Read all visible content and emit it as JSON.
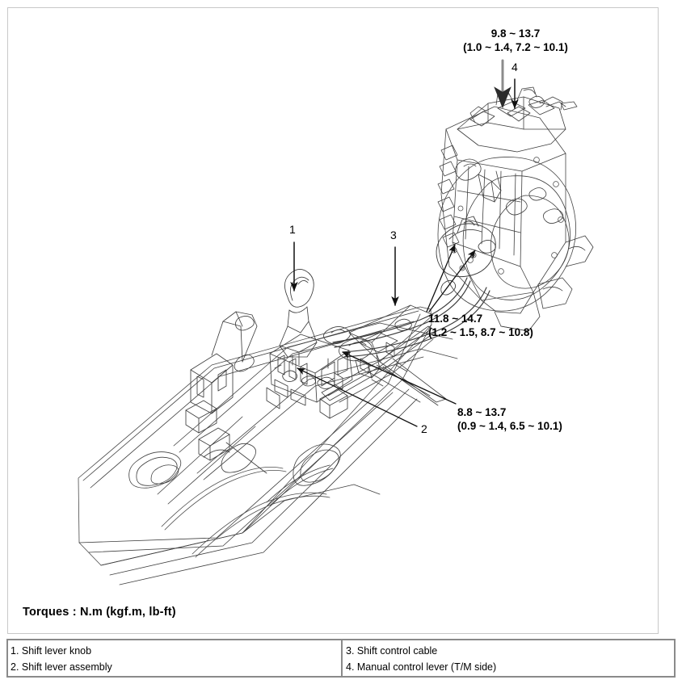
{
  "figure": {
    "kind": "automotive-exploded-diagram",
    "subject": "Manual transaxle shift control system",
    "torque_caption": "Torques : N.m (kgf.m, lb-ft)",
    "line_color": "#3c3c3c",
    "frame_color": "#c8c8c8",
    "table_border_color": "#8a8a8a"
  },
  "torque_specs": [
    {
      "id": "torque-top",
      "line1": "9.8 ~ 13.7",
      "line2": "(1.0 ~ 1.4, 7.2 ~ 10.1)",
      "points_to": "manual-control-lever"
    },
    {
      "id": "torque-middle",
      "line1": "11.8 ~ 14.7",
      "line2": "(1.2 ~ 1.5, 8.7 ~ 10.8)",
      "points_to": "shift-control-cable-bracket"
    },
    {
      "id": "torque-lower",
      "line1": "8.8 ~ 13.7",
      "line2": "(0.9 ~ 1.4, 6.5 ~ 10.1)",
      "points_to": "shift-lever-assembly-mount"
    }
  ],
  "callouts": [
    {
      "number": "1",
      "target": "shift-lever-knob"
    },
    {
      "number": "2",
      "target": "shift-lever-assembly"
    },
    {
      "number": "3",
      "target": "shift-control-cable"
    },
    {
      "number": "4",
      "target": "manual-control-lever"
    }
  ],
  "legend": {
    "left_column": [
      "1. Shift lever knob",
      "2. Shift lever assembly"
    ],
    "right_column": [
      "3. Shift control cable",
      "4. Manual control lever (T/M side)"
    ]
  }
}
